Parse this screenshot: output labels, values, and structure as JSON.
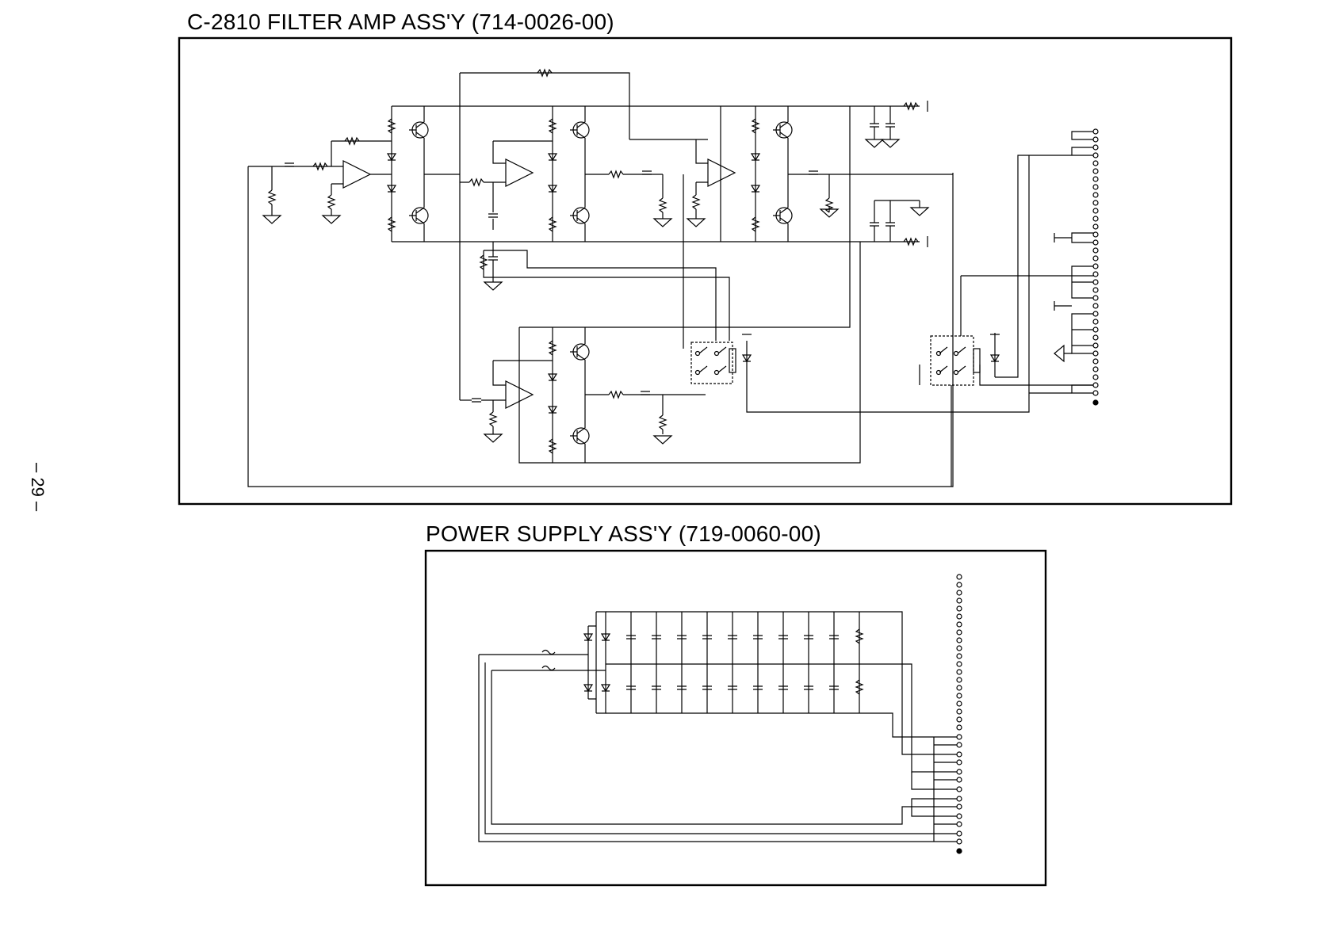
{
  "page": {
    "page_number": "– 29 –"
  },
  "filter_amp": {
    "title": "C-2810 FILTER AMP ASS'Y (714-0026-00)"
  },
  "power_supply": {
    "title": "POWER SUPPLY ASS'Y (719-0060-00)"
  }
}
